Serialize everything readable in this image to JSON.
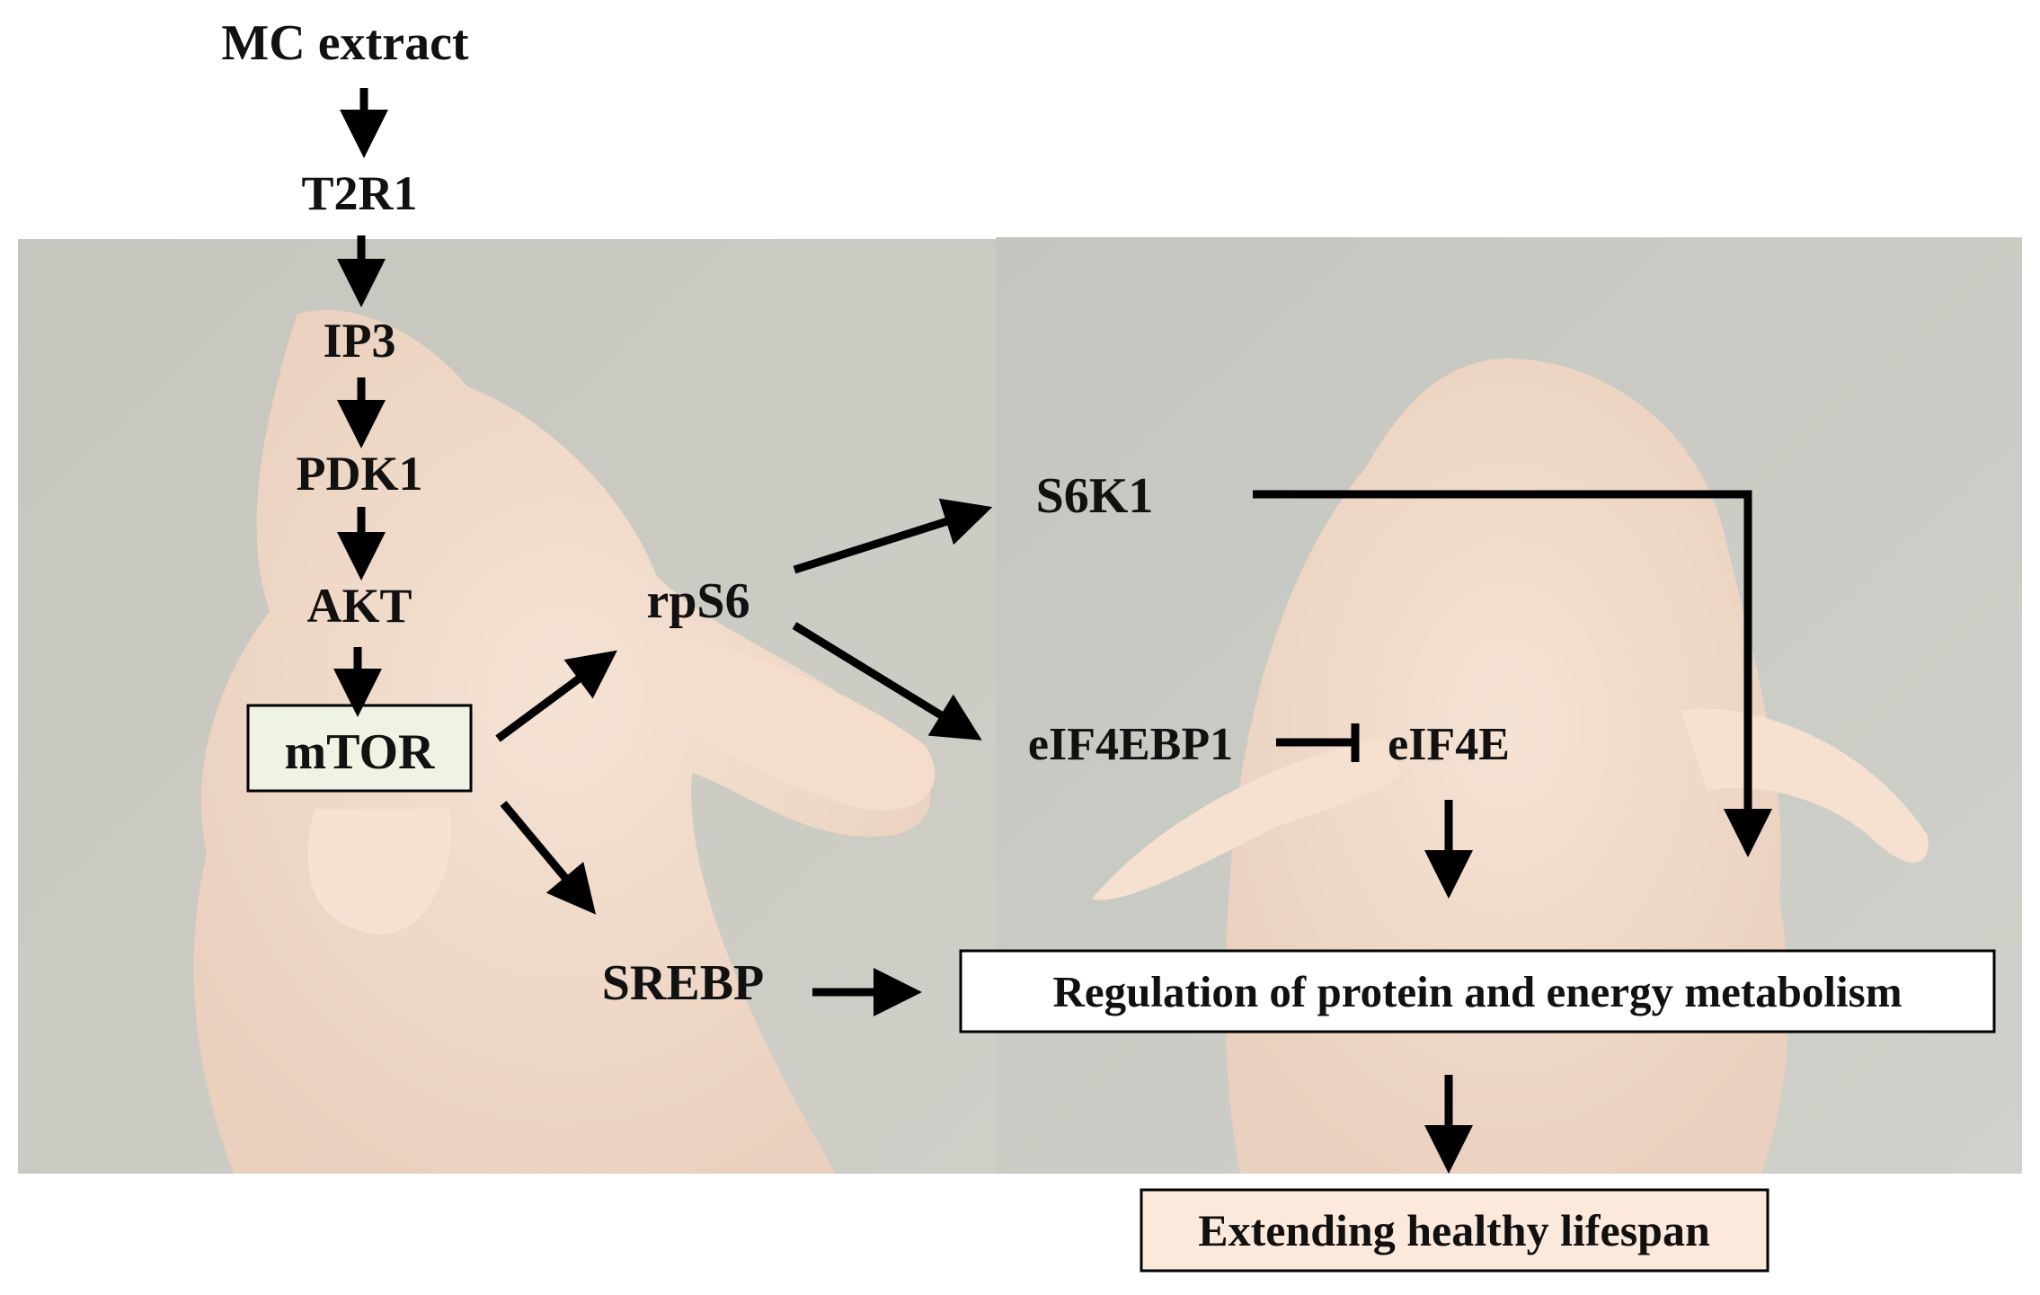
{
  "nodes": {
    "mc_extract": "MC extract",
    "t2r1": "T2R1",
    "ip3": "IP3",
    "pdk1": "PDK1",
    "akt": "AKT",
    "mtor": "mTOR",
    "rps6": "rpS6",
    "s6k1": "S6K1",
    "eif4ebp1": "eIF4EBP1",
    "eif4e": "eIF4E",
    "srebp": "SREBP",
    "regulation": "Regulation of protein and energy metabolism",
    "lifespan": "Extending healthy lifespan"
  },
  "colors": {
    "photo_background": "#c9c9c2",
    "mouse_skin": "#f3dccb",
    "mtor_box": "#eef3e4",
    "lifespan_box": "#fbe9dc",
    "arrow": "#000000"
  }
}
